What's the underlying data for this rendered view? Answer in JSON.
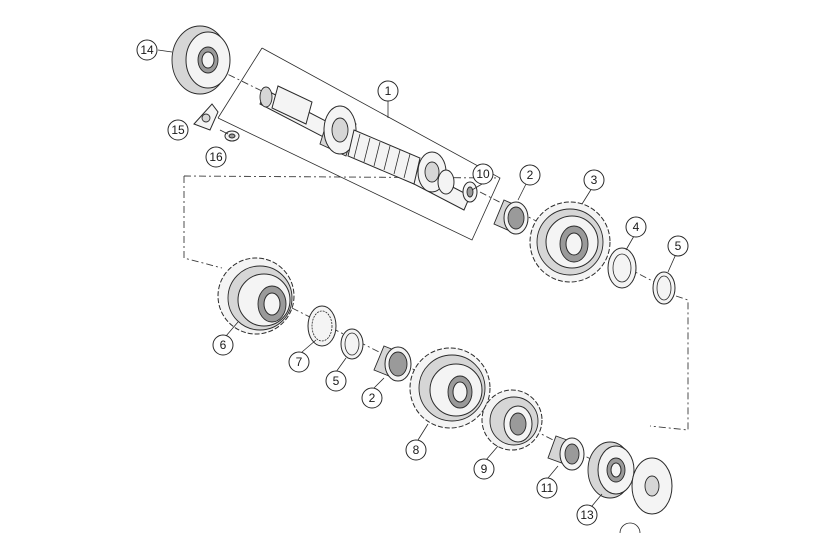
{
  "callouts": [
    {
      "id": "c1",
      "label": "1"
    },
    {
      "id": "c2a",
      "label": "2"
    },
    {
      "id": "c3",
      "label": "3"
    },
    {
      "id": "c4",
      "label": "4"
    },
    {
      "id": "c5a",
      "label": "5"
    },
    {
      "id": "c6",
      "label": "6"
    },
    {
      "id": "c7",
      "label": "7"
    },
    {
      "id": "c5b",
      "label": "5"
    },
    {
      "id": "c2b",
      "label": "2"
    },
    {
      "id": "c8",
      "label": "8"
    },
    {
      "id": "c9",
      "label": "9"
    },
    {
      "id": "c10",
      "label": "10"
    },
    {
      "id": "c11",
      "label": "11"
    },
    {
      "id": "c13",
      "label": "13"
    },
    {
      "id": "c14",
      "label": "14"
    },
    {
      "id": "c15",
      "label": "15"
    },
    {
      "id": "c16",
      "label": "16"
    }
  ]
}
